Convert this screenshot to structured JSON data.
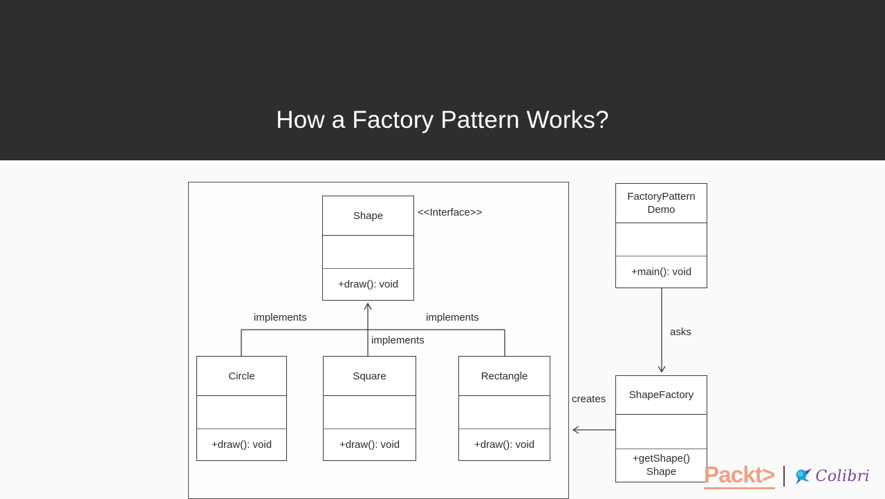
{
  "slide": {
    "title": "How a Factory Pattern Works?",
    "banner_color": "#2e2e2e",
    "background_color": "#fafafa"
  },
  "diagram": {
    "type": "uml-class-diagram",
    "package_frame": {
      "label": ""
    },
    "classes": [
      {
        "id": "shape",
        "name": "Shape",
        "stereotype": "<<Interface>>",
        "attributes": "",
        "operations": "+draw(): void"
      },
      {
        "id": "circle",
        "name": "Circle",
        "stereotype": "",
        "attributes": "",
        "operations": "+draw(): void"
      },
      {
        "id": "square",
        "name": "Square",
        "stereotype": "",
        "attributes": "",
        "operations": "+draw(): void"
      },
      {
        "id": "rectangle",
        "name": "Rectangle",
        "stereotype": "",
        "attributes": "",
        "operations": "+draw(): void"
      },
      {
        "id": "factory-pattern-demo",
        "name": "FactoryPattern Demo",
        "stereotype": "",
        "attributes": "",
        "operations": "+main(): void"
      },
      {
        "id": "shape-factory",
        "name": "ShapeFactory",
        "stereotype": "",
        "attributes": "",
        "operations": "+getShape() Shape"
      }
    ],
    "relationships": [
      {
        "id": "impl-circle",
        "label": "implements",
        "from": "circle",
        "to": "shape"
      },
      {
        "id": "impl-square",
        "label": "implements",
        "from": "square",
        "to": "shape"
      },
      {
        "id": "impl-rectangle",
        "label": "implements",
        "from": "rectangle",
        "to": "shape"
      },
      {
        "id": "asks",
        "label": "asks",
        "from": "factory-pattern-demo",
        "to": "shape-factory"
      },
      {
        "id": "creates",
        "label": "creates",
        "from": "shape-factory",
        "to": "shape-package"
      }
    ],
    "line_color": "#3a3a3a"
  },
  "footer": {
    "packt_label": "Packt>",
    "colibri_label": "Colibri",
    "packt_color": "#efa183",
    "colibri_color": "#7b3fa0"
  }
}
